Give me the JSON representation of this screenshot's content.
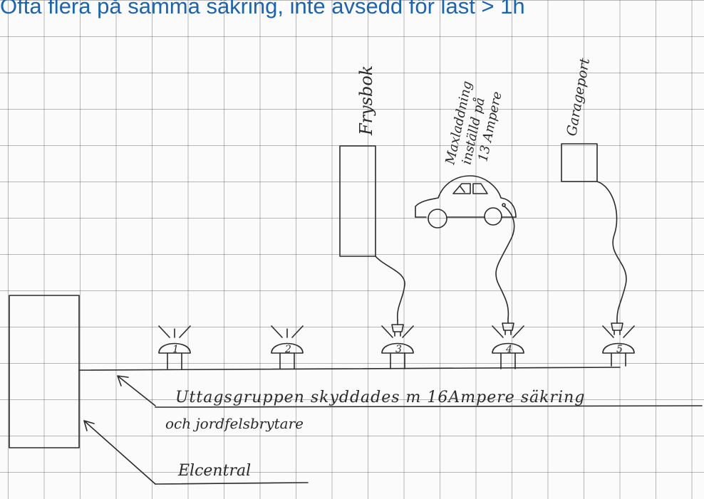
{
  "header": {
    "title": "Ofta flera på samma säkring, inte avsedd för last > 1h"
  },
  "labels": {
    "freezer": "Frysbok",
    "car_line1": "Maxladdning",
    "car_line2": "inställd på",
    "car_line3": "13 Ampere",
    "garage": "Garageport",
    "group_line1": "Uttagsgruppen skyddades m 16Ampere säkring",
    "group_line2": "och jordfelsbrytare",
    "panel": "Elcentral"
  },
  "outlets": [
    {
      "number": "1"
    },
    {
      "number": "2"
    },
    {
      "number": "3"
    },
    {
      "number": "4"
    },
    {
      "number": "5"
    }
  ],
  "colors": {
    "title": "#1b63b5",
    "pencil": "#2b2b2b",
    "grid": "#8a8a8a"
  }
}
